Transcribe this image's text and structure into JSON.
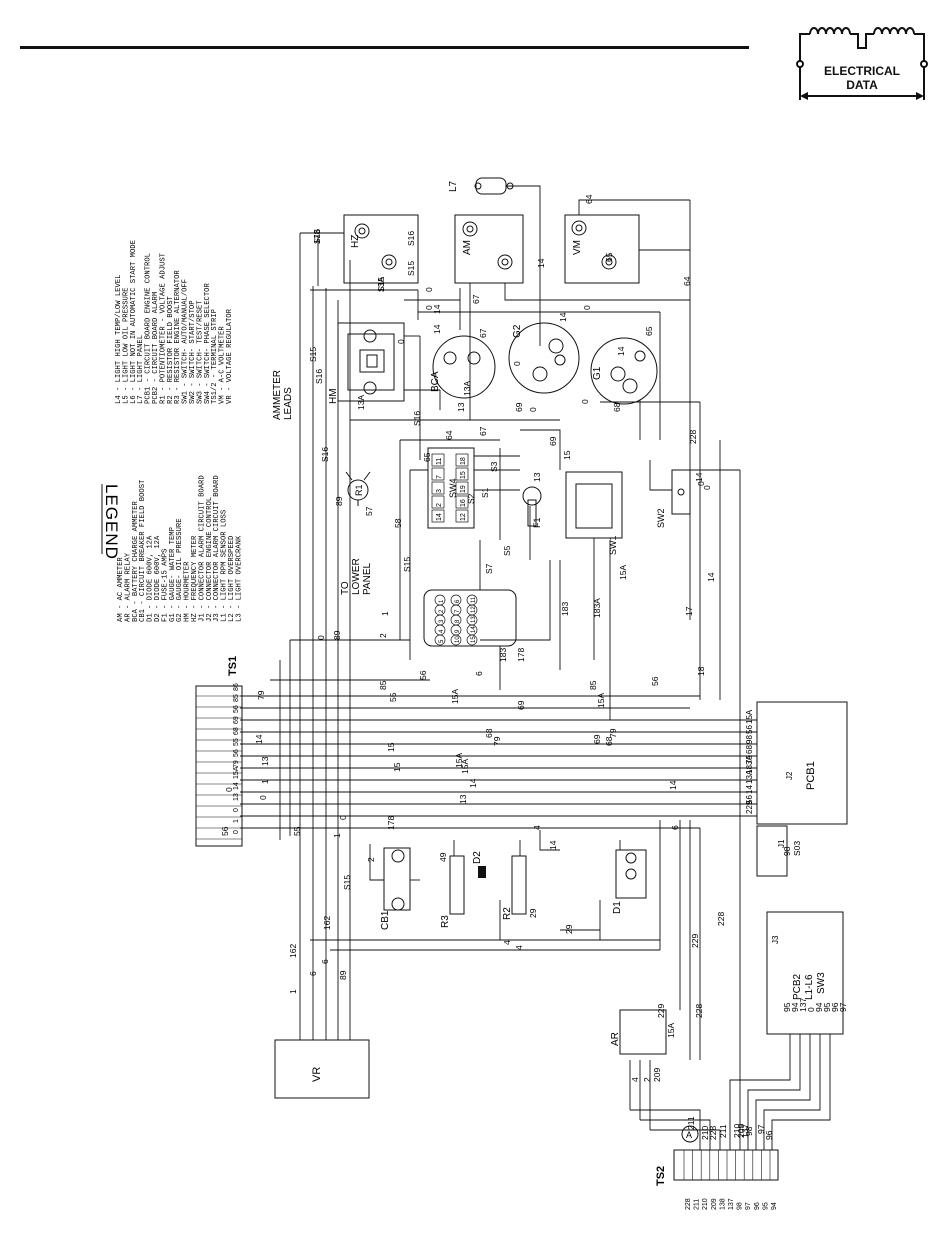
{
  "badge": {
    "line1": "ELECTRICAL",
    "line2": "DATA"
  },
  "legend": {
    "title": "LEGEND",
    "entries": [
      "AM  -  AC AMMETER",
      "AR  -  ALARM RELAY",
      "BCA -  BATTERY CHARGE AMMETER",
      "CB1 -  CIRCUIT BREAKER  FIELD BOOST",
      "D1  -  DIODE 600V, 12A",
      "D2  -  DIODE 600V, 12A",
      "F1  -  FUSE-15 AMPS",
      "G1  -  GAUGE- WATER TEMP",
      "G2  -  GAUGE- OIL PRESSURE",
      "HM  -  HOURMETER",
      "HZ  -  FREQUENCY METER",
      "J1  -  CONNECTOR ALARM CIRCUIT BOARD",
      "J2  -  CONNECTOR ENGINE CONTROL",
      "J3  -  CONNECTOR ALARM CIRCUIT BOARD",
      "L1  -  LIGHT RPM SENSOR LOSS",
      "L2  -  LIGHT OVERSPEED",
      "L3  -  LIGHT OVERCRANK",
      "L4  -  LIGHT HIGH TEMP/LOW LEVEL",
      "L5  -  LIGHT LOW OIL PRESSURE",
      "L6  -  LIGHT NOT IN AUTOMATIC START MODE",
      "L7  -  LIGHT PANEL",
      "PCB1 - CIRCUIT BOARD ENGINE CONTROL",
      "PCB2 - CIRCUIT BOARD ALARM",
      "R1  -  POTENTIOMETER - VOLTAGE ADJUST",
      "R2  -  RESISTOR FIELD BOOST",
      "R3  -  RESISTOR ENGINE ALTERNATOR",
      "SW1 -  SWITCH- AUTO/MANUAL/OFF",
      "SW2 -  SWITCH- START/STOP",
      "SW3 -  SWITCH- TEST/RESET",
      "SW4 -  SWITCH- PHASE SELECTOR",
      "TS1/2 - TERMINAL STRIP",
      "VM  -  A-C VOLTMETER",
      "VR  -  VOLTAGE REGULATOR"
    ]
  },
  "components": {
    "hz": "HZ",
    "am": "AM",
    "vm": "VM",
    "hm": "HM",
    "bca": "BCA",
    "g1": "G1",
    "g2": "G2",
    "l7": "L7",
    "r1": "R1",
    "sw4": "SW4",
    "f1": "F1",
    "sw1": "SW1",
    "sw2": "SW2",
    "cb1": "CB1",
    "r3": "R3",
    "d2": "D2",
    "r2": "R2",
    "d1": "D1",
    "vr": "VR",
    "ar": "AR",
    "pcb1": "PCB1",
    "pcb2": "PCB2",
    "pcb2_sub": "L1-L6",
    "sw3": "SW3",
    "ts1": "TS1",
    "ts2": "TS2",
    "ts2_marker": "A",
    "ammeter_leads_1": "AMMETER",
    "ammeter_leads_2": "LEADS",
    "to_lower_1": "TO",
    "to_lower_2": "LOWER",
    "to_lower_3": "PANEL",
    "j1": "J1",
    "j2": "J2",
    "j3": "J3"
  },
  "wire_labels": [
    "S16",
    "S15",
    "S16",
    "S15",
    "0",
    "0",
    "67",
    "14",
    "64",
    "65",
    "0",
    "64",
    "14",
    "67",
    "65",
    "S15",
    "14",
    "0",
    "13A",
    "13",
    "13A",
    "14",
    "14",
    "0",
    "69",
    "68",
    "0",
    "0",
    "S16",
    "S16",
    "65",
    "64",
    "67",
    "69",
    "228",
    "0",
    "14",
    "15",
    "13",
    "S3",
    "S1",
    "S2",
    "S7",
    "S5",
    "58",
    "57",
    "89",
    "S16",
    "S15",
    "1",
    "2",
    "0",
    "89",
    "6",
    "56",
    "85",
    "55",
    "15A",
    "69",
    "68",
    "79",
    "15",
    "15A",
    "14",
    "13",
    "0",
    "178",
    "56",
    "85",
    "15A",
    "69",
    "68",
    "79",
    "15",
    "15A",
    "14",
    "4",
    "6",
    "183A",
    "183",
    "15A",
    "178",
    "183",
    "18",
    "17",
    "14",
    "0",
    "229",
    "228",
    "229",
    "228",
    "15A",
    "2",
    "162",
    "49",
    "29",
    "14",
    "29",
    "4",
    "4",
    "6",
    "162",
    "6",
    "S15",
    "89",
    "1",
    "4",
    "2",
    "209",
    "211",
    "210",
    "228",
    "211",
    "210",
    "209",
    "137",
    "98",
    "97",
    "96",
    "95",
    "94",
    "137",
    "0",
    "94",
    "95",
    "96",
    "97",
    "98",
    "S03",
    "0",
    "1",
    "13",
    "14",
    "79",
    "56",
    "55",
    "1",
    "0",
    "178",
    "13A"
  ],
  "pcb1_pins": [
    "15A",
    "56",
    "98",
    "68",
    "79",
    "183A",
    "13A",
    "14",
    "56",
    "229"
  ],
  "terminal_pins": [
    "0",
    "1",
    "0",
    "13",
    "14",
    "15A",
    "79",
    "56",
    "55",
    "68",
    "69",
    "56",
    "85",
    "86"
  ],
  "ts2_pins": [
    "228",
    "211",
    "210",
    "209",
    "138",
    "137",
    "98",
    "97",
    "96",
    "95",
    "94"
  ],
  "sw4_pins": [
    "11",
    "7",
    "3",
    "2",
    "14",
    "18",
    "15",
    "19",
    "16",
    "12"
  ],
  "connector_pins": [
    "1",
    "2",
    "3",
    "4",
    "5",
    "6",
    "7",
    "8",
    "9",
    "10",
    "11",
    "12",
    "13",
    "14",
    "15"
  ]
}
